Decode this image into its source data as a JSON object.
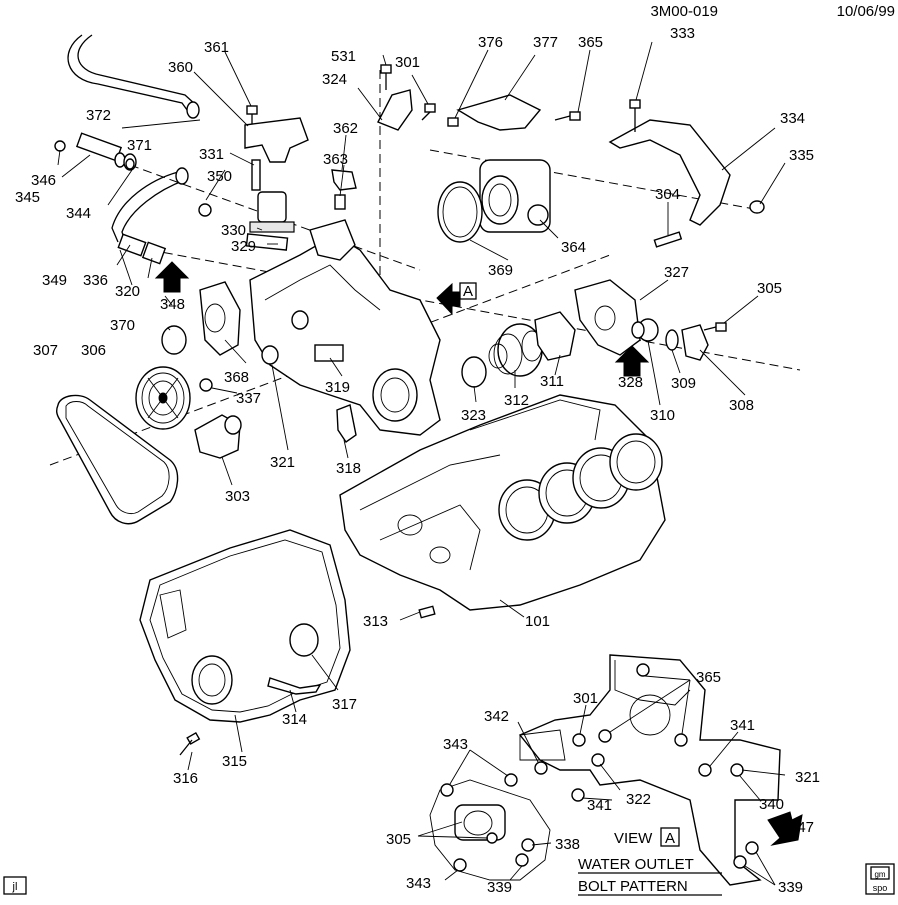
{
  "header": {
    "drawing_id": "3M00-019",
    "date": "10/06/99"
  },
  "callouts": {
    "c301a": "301",
    "c301b": "301",
    "c303": "303",
    "c304": "304",
    "c305a": "305",
    "c305b": "305",
    "c306": "306",
    "c307": "307",
    "c308": "308",
    "c309": "309",
    "c310": "310",
    "c311": "311",
    "c312": "312",
    "c313": "313",
    "c314": "314",
    "c315": "315",
    "c316": "316",
    "c317": "317",
    "c318": "318",
    "c319": "319",
    "c320": "320",
    "c321a": "321",
    "c321b": "321",
    "c322": "322",
    "c323": "323",
    "c324": "324",
    "c327": "327",
    "c328": "328",
    "c329": "329",
    "c330": "330",
    "c331": "331",
    "c333": "333",
    "c334": "334",
    "c335": "335",
    "c336": "336",
    "c337": "337",
    "c338": "338",
    "c339a": "339",
    "c339b": "339",
    "c340": "340",
    "c341a": "341",
    "c341b": "341",
    "c342": "342",
    "c343a": "343",
    "c343b": "343",
    "c344": "344",
    "c345": "345",
    "c346": "346",
    "c347": "347",
    "c348": "348",
    "c349": "349",
    "c350": "350",
    "c360": "360",
    "c361": "361",
    "c362": "362",
    "c363": "363",
    "c364": "364",
    "c365a": "365",
    "c365b": "365",
    "c368": "368",
    "c369": "369",
    "c370": "370",
    "c371": "371",
    "c372": "372",
    "c376": "376",
    "c377": "377",
    "c101": "101",
    "c531": "531"
  },
  "view_ref": {
    "letter": "A",
    "view_label": "VIEW",
    "view_letter": "A"
  },
  "inset_title": {
    "line1": "WATER OUTLET",
    "line2": "BOLT PATTERN"
  },
  "corner_marks": {
    "left": "jl",
    "right_top": "gm",
    "right_bottom": "spo"
  }
}
